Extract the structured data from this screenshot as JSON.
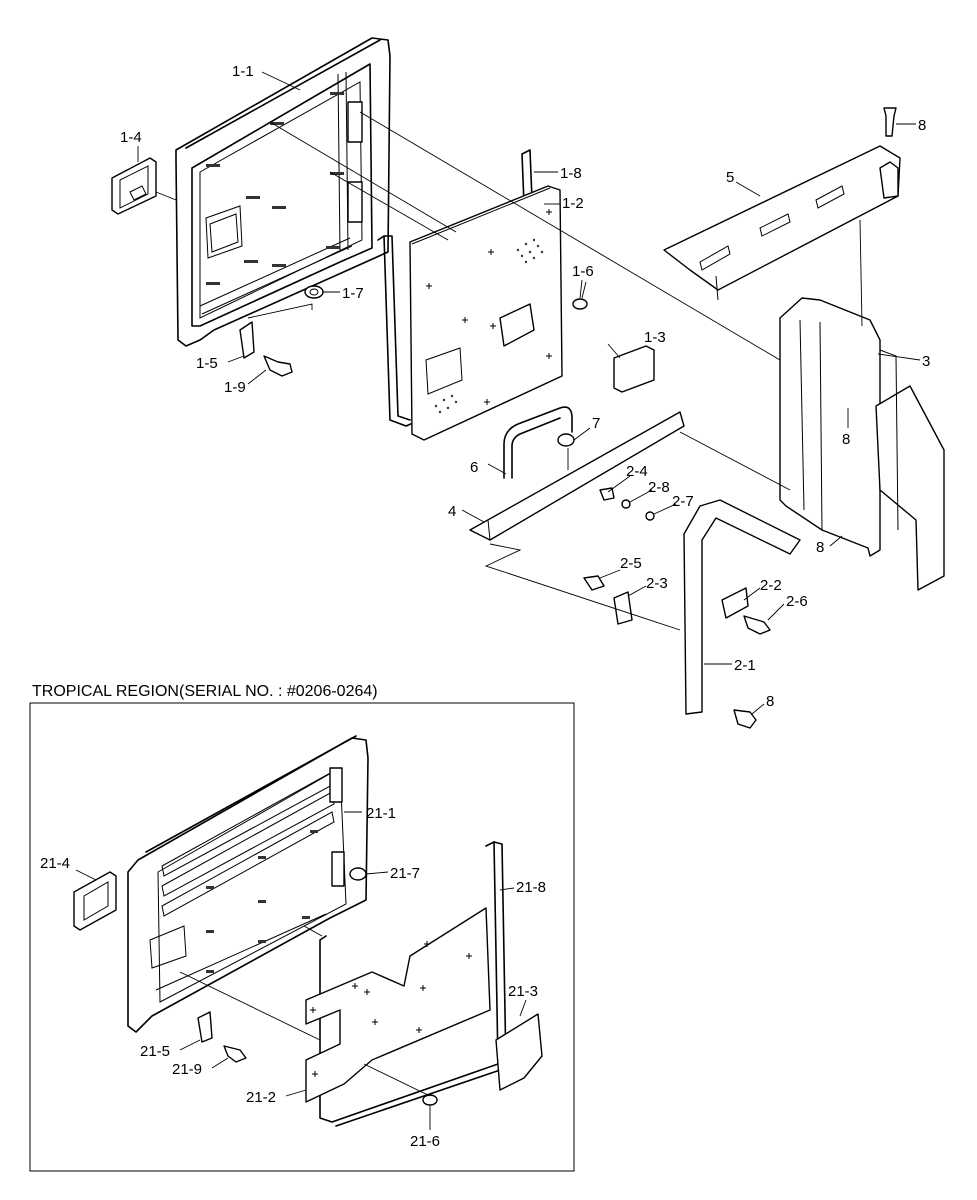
{
  "inset_title": "TROPICAL REGION(SERIAL NO. : #0206-0264)",
  "callouts": {
    "c1_1": "1-1",
    "c1_2": "1-2",
    "c1_3": "1-3",
    "c1_4": "1-4",
    "c1_5": "1-5",
    "c1_6": "1-6",
    "c1_7": "1-7",
    "c1_8": "1-8",
    "c1_9": "1-9",
    "c2_1": "2-1",
    "c2_2": "2-2",
    "c2_3": "2-3",
    "c2_4": "2-4",
    "c2_5": "2-5",
    "c2_6": "2-6",
    "c2_7": "2-7",
    "c2_8": "2-8",
    "c3": "3",
    "c4": "4",
    "c5": "5",
    "c6": "6",
    "c7": "7",
    "c8a": "8",
    "c8b": "8",
    "c8c": "8",
    "c8d": "8",
    "c21_1": "21-1",
    "c21_2": "21-2",
    "c21_3": "21-3",
    "c21_4": "21-4",
    "c21_5": "21-5",
    "c21_6": "21-6",
    "c21_7": "21-7",
    "c21_8": "21-8",
    "c21_9": "21-9"
  }
}
